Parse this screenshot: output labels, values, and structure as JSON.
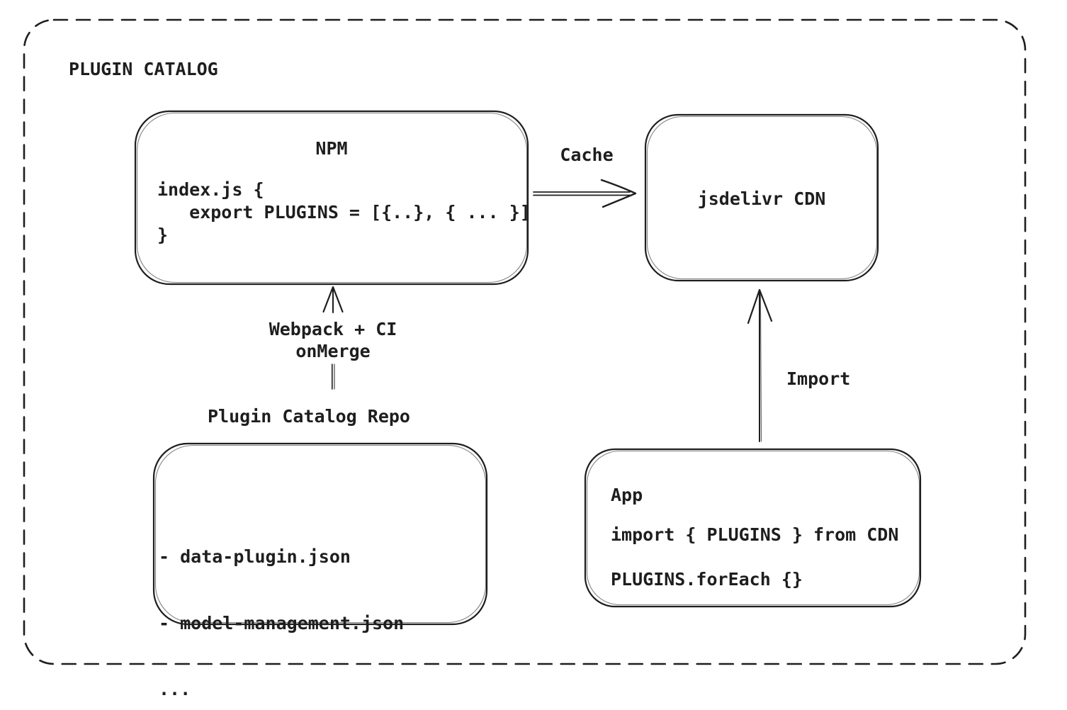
{
  "diagram": {
    "title": "PLUGIN CATALOG",
    "colors": {
      "stroke": "#1e1e1e",
      "background": "#ffffff"
    },
    "nodes": {
      "npm": {
        "title": "NPM",
        "code": "index.js {\n   export PLUGINS = [{..}, { ... }]\n}"
      },
      "cdn": {
        "label": "jsdelivr CDN"
      },
      "repo": {
        "title": "Plugin Catalog Repo",
        "items": [
          "- data-plugin.json",
          "- model-management.json",
          "..."
        ]
      },
      "app": {
        "title": "App",
        "code_import": "import { PLUGINS } from CDN",
        "code_foreach": "PLUGINS.forEach {}"
      }
    },
    "edges": {
      "cache": {
        "label": "Cache",
        "from": "NPM",
        "to": "jsdelivr CDN"
      },
      "build": {
        "label": "Webpack + CI\nonMerge",
        "from": "Plugin Catalog Repo",
        "to": "NPM"
      },
      "import": {
        "label": "Import",
        "from": "App",
        "to": "jsdelivr CDN"
      }
    }
  }
}
